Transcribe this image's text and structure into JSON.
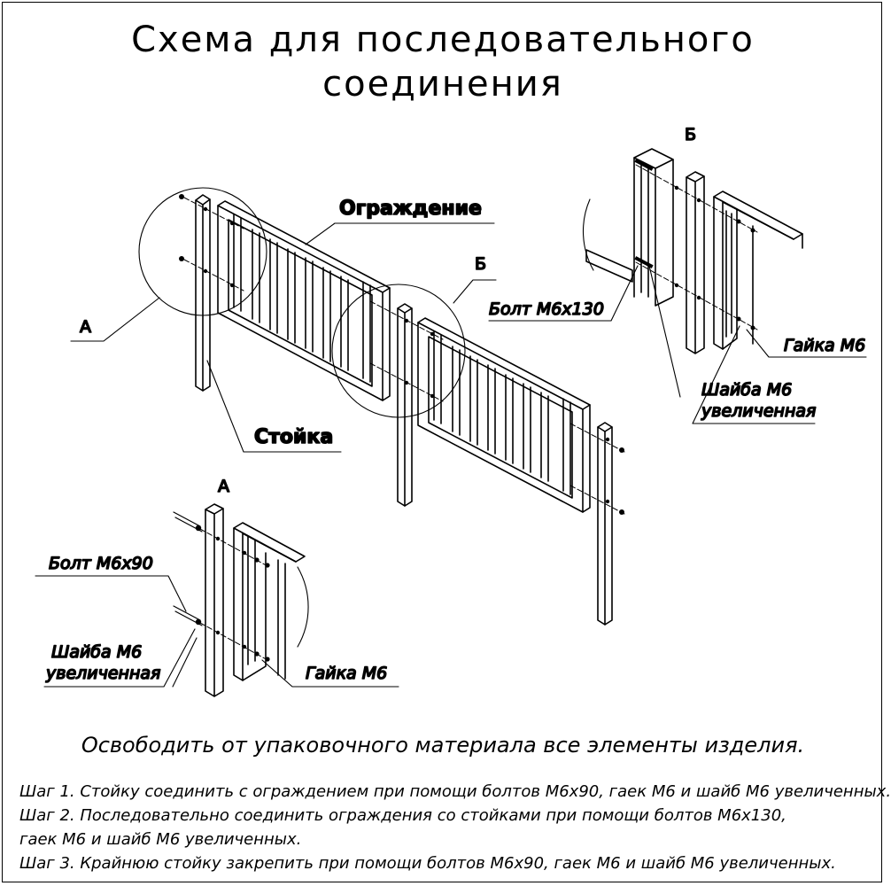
{
  "title": {
    "line1": "Схема для последовательного",
    "line2": "соединения"
  },
  "labels": {
    "fence": "Ограждение",
    "post": "Стойка",
    "callout_a": "А",
    "callout_b": "Б",
    "detail_a_title": "А",
    "detail_b_title": "Б",
    "bolt_m6x90": "Болт М6х90",
    "bolt_m6x130": "Болт М6х130",
    "washer_line1": "Шайба М6",
    "washer_line2": "увеличенная",
    "nut_m6": "Гайка М6"
  },
  "note": "Освободить от упаковочного материала все элементы изделия.",
  "steps": [
    "Шаг 1. Стойку соединить с ограждением при помощи болтов М6х90, гаек М6 и шайб М6 увеличенных.",
    "Шаг 2. Последовательно соединить ограждения со стойками при помощи болтов М6х130,",
    "гаек М6 и шайб М6 увеличенных.",
    "Шаг 3. Крайнюю стойку закрепить при помощи болтов М6х90, гаек М6 и шайб М6 увеличенных."
  ]
}
